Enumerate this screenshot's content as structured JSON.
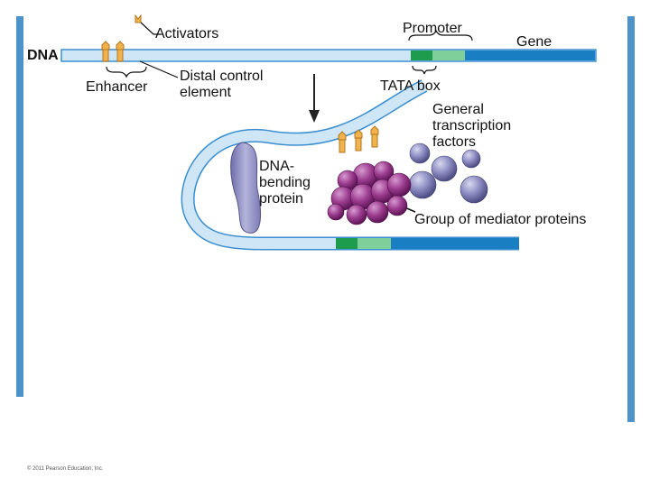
{
  "labels": {
    "activators": "Activators",
    "dna": "DNA",
    "enhancer": "Enhancer",
    "distal_control_element": "Distal control\nelement",
    "promoter": "Promoter",
    "gene": "Gene",
    "tata_box": "TATA box",
    "general_transcription_factors": "General\ntranscription\nfactors",
    "dna_bending_protein": "DNA-\nbending\nprotein",
    "group_of_mediator_proteins": "Group of mediator proteins"
  },
  "copyright": "© 2011 Pearson Education, Inc.",
  "colors": {
    "dna_fill": "#cfe6f7",
    "dna_stroke": "#3b8fd0",
    "gene_blue": "#1a7fc2",
    "tata_green": "#1e9c4e",
    "promoter_light_green": "#7fcf9b",
    "activator_orange": "#f2b24c",
    "mediator_purple": "#8a2b7e",
    "transcription_factor": "#7070a8",
    "bending_protein": "#8c8cc0",
    "side_bar": "#2e7fbf"
  }
}
